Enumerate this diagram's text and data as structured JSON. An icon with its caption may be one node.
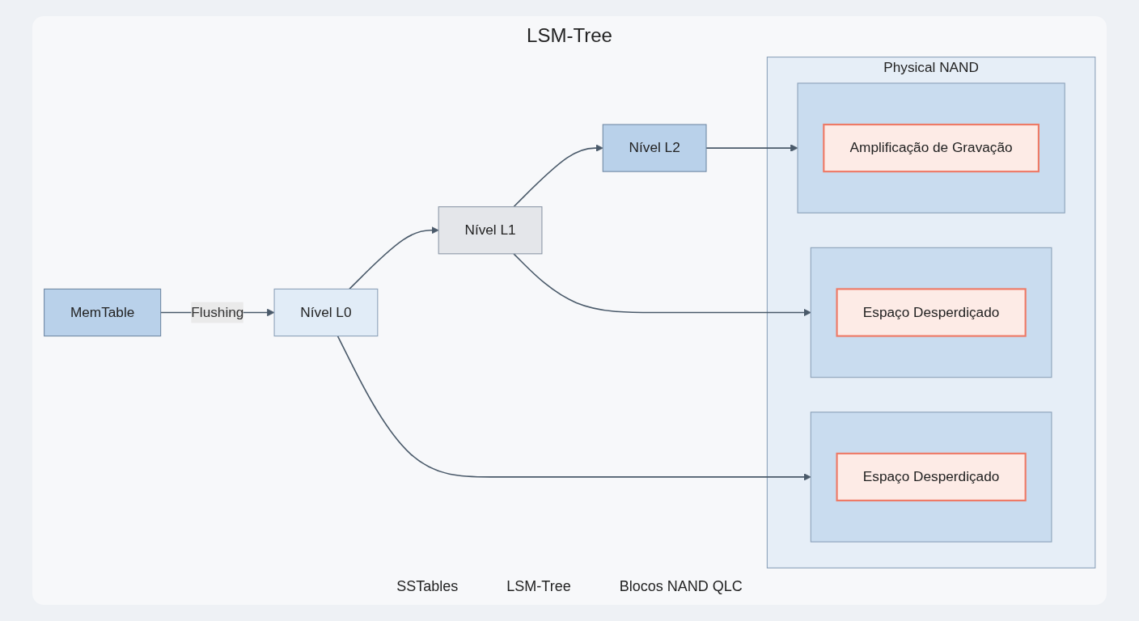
{
  "diagram": {
    "title": "LSM-Tree",
    "nodes": [
      {
        "text": [
          "MemTable"
        ]
      },
      {
        "text": [
          "Nível L0"
        ]
      },
      {
        "text": [
          "Nível L1"
        ]
      },
      {
        "text": [
          "Nível L2"
        ]
      },
      {
        "text": [
          "Physical NAND"
        ]
      },
      {
        "text": [],
        "shape": "box",
        "in": 4
      },
      {
        "text": [
          "Espaço Desperdiçado"
        ],
        "in": 5
      },
      {
        "text": [],
        "shape": "box",
        "in": 4
      },
      {
        "text": [
          "Espaço Desperdiçado"
        ],
        "in": 7
      },
      {
        "text": [],
        "shape": "box",
        "in": 4
      },
      {
        "text": [
          "Amplificação de Gravação"
        ],
        "in": 9
      }
    ],
    "edges": [
      {
        "from": 0,
        "to": 1,
        "arrow": "to",
        "label": "Flushing"
      },
      {
        "from": 1,
        "to": 2,
        "arrow": "to"
      },
      {
        "from": 2,
        "to": 3,
        "arrow": "to"
      },
      {
        "from": 1,
        "to": 5,
        "arrow": "to"
      },
      {
        "from": 2,
        "to": 7,
        "arrow": "to"
      },
      {
        "from": 3,
        "to": 9,
        "arrow": "to"
      }
    ],
    "labels": [
      "SSTables",
      "LSM-Tree",
      "Blocos NAND QLC"
    ]
  }
}
